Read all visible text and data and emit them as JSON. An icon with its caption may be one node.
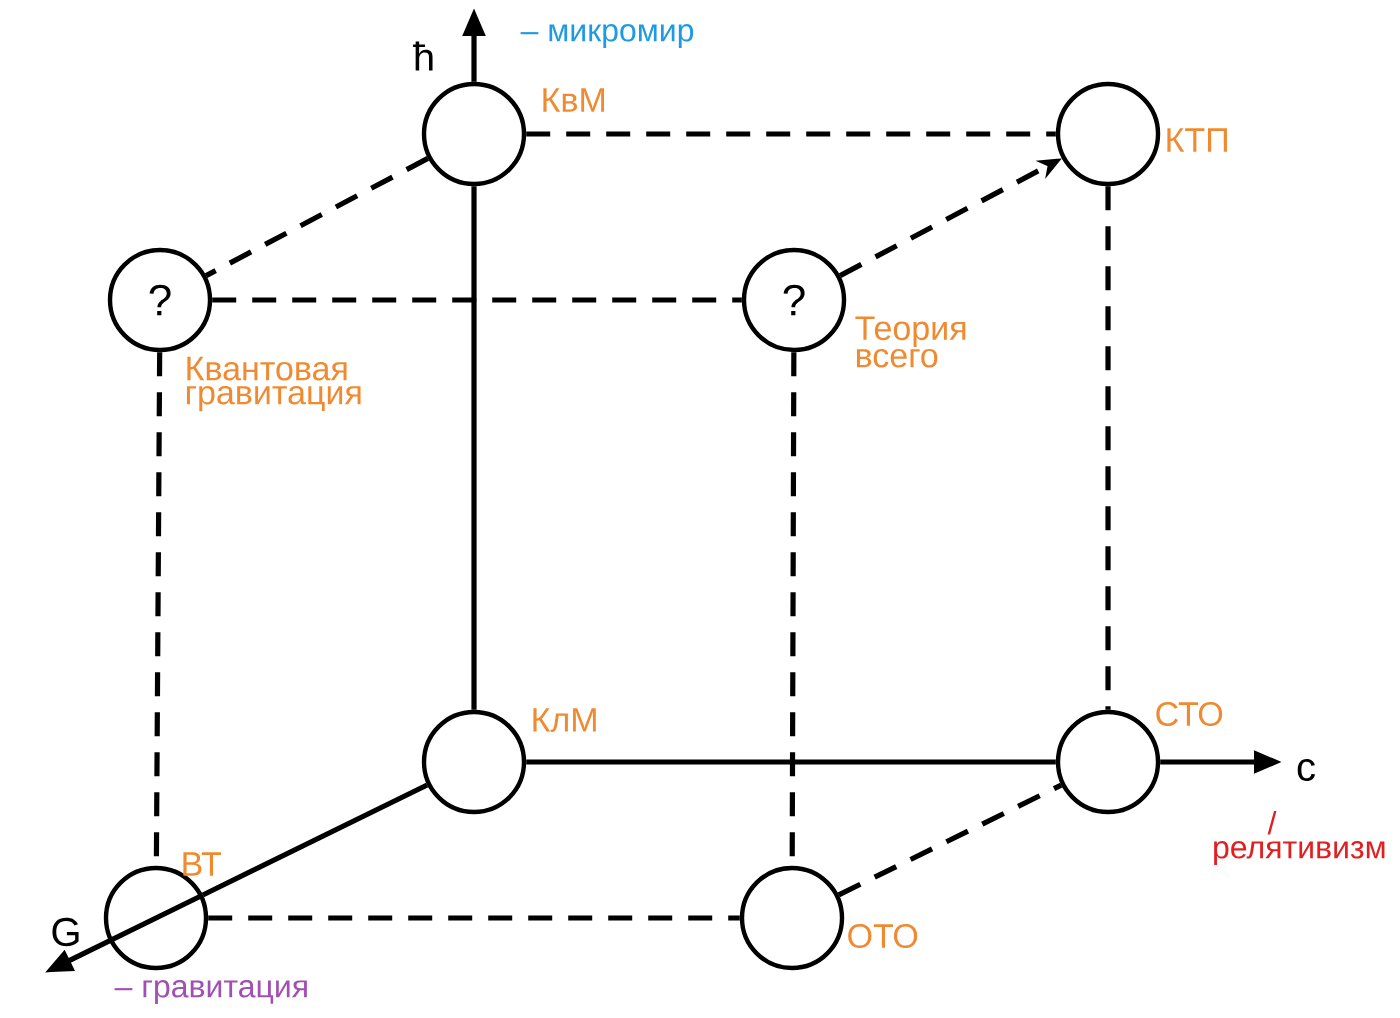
{
  "diagram": {
    "nodes": [
      {
        "text": [],
        "shape": "circle",
        "beside": [
          "КвМ"
        ]
      },
      {
        "text": [],
        "shape": "circle",
        "beside": [
          "КТП"
        ]
      },
      {
        "text": [
          "?"
        ],
        "beside": [
          "Квантовая гравитация"
        ]
      },
      {
        "text": [
          "?"
        ],
        "beside": [
          "Теория всего"
        ]
      },
      {
        "text": [],
        "shape": "circle",
        "beside": [
          "КлМ"
        ]
      },
      {
        "text": [],
        "shape": "circle",
        "beside": [
          "СТО"
        ]
      },
      {
        "text": [],
        "shape": "circle",
        "beside": [
          "ВТ"
        ]
      },
      {
        "text": [],
        "shape": "circle",
        "beside": [
          "ОТО"
        ]
      }
    ],
    "edges": [
      {
        "from": 4,
        "to": 0,
        "arrow": "none"
      },
      {
        "from": 4,
        "to": 5,
        "arrow": "none"
      },
      {
        "from": 4,
        "to": 6,
        "arrow": "none"
      },
      {
        "from": 0,
        "to": 1,
        "arrow": "none",
        "style": "dashed"
      },
      {
        "from": 0,
        "to": 2,
        "arrow": "none",
        "style": "dashed"
      },
      {
        "from": 2,
        "to": 3,
        "arrow": "none",
        "style": "dashed"
      },
      {
        "from": 3,
        "to": 1,
        "arrow": "to",
        "style": "dashed"
      },
      {
        "from": 2,
        "to": 6,
        "arrow": "none",
        "style": "dashed"
      },
      {
        "from": 3,
        "to": 7,
        "arrow": "none",
        "style": "dashed"
      },
      {
        "from": 1,
        "to": 5,
        "arrow": "none",
        "style": "dashed"
      },
      {
        "from": 6,
        "to": 7,
        "arrow": "none",
        "style": "dashed"
      },
      {
        "from": 7,
        "to": 5,
        "arrow": "none",
        "style": "dashed"
      }
    ],
    "labels": [
      "ħ",
      "– микромир",
      "c",
      "/ релятивизм",
      "G",
      "– гравитация"
    ]
  }
}
